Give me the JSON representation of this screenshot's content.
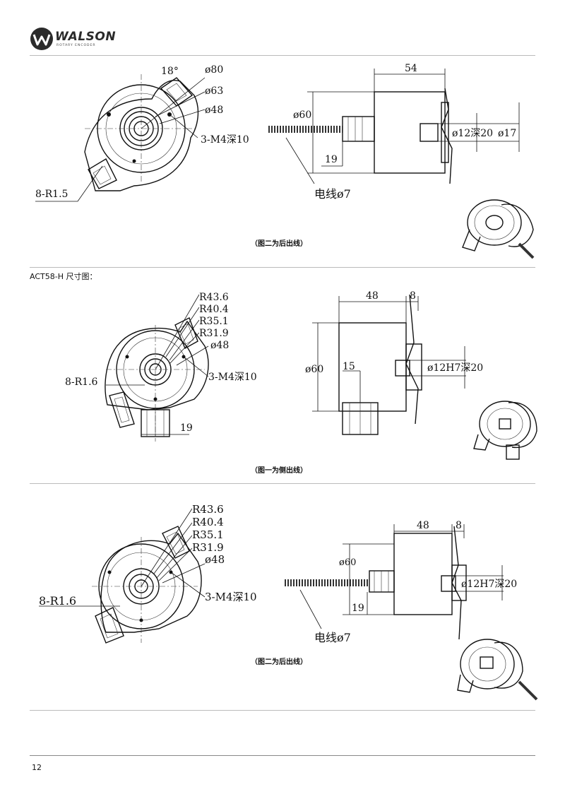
{
  "brand": {
    "name": "WALSON",
    "tagline": "ROTARY ENCODER"
  },
  "section_title": "ACT58-H 尺寸图：",
  "page_number": "12",
  "figure1": {
    "front_labels": {
      "angle": "18°",
      "d80": "ø80",
      "d63": "ø63",
      "d48": "ø48",
      "thread": "3-M4深10",
      "slot": "8-R1.5"
    },
    "side_labels": {
      "len": "54",
      "d60": "ø60",
      "d12": "ø12深20",
      "d17": "ø17",
      "h19": "19",
      "cable": "电线ø7"
    },
    "caption": "（图二为后出线）"
  },
  "figure2": {
    "front_labels": {
      "r436": "R43.6",
      "r404": "R40.4",
      "r351": "R35.1",
      "r319": "R31.9",
      "d48": "ø48",
      "thread": "3-M4深10",
      "slot": "8-R1.6",
      "w19": "19"
    },
    "side_labels": {
      "len": "48",
      "len2": "8",
      "d60": "ø60",
      "h15": "15",
      "d12": "ø12H7深20"
    },
    "caption": "（图一为侧出线）"
  },
  "figure3": {
    "front_labels": {
      "r436": "R43.6",
      "r404": "R40.4",
      "r351": "R35.1",
      "r319": "R31.9",
      "d48": "ø48",
      "thread": "3-M4深10",
      "slot": "8-R1.6"
    },
    "side_labels": {
      "len": "48",
      "len2": "8",
      "d60": "ø60",
      "d12": "ø12H7深20",
      "h19": "19",
      "cable": "电线ø7"
    },
    "caption": "（图二为后出线）"
  }
}
